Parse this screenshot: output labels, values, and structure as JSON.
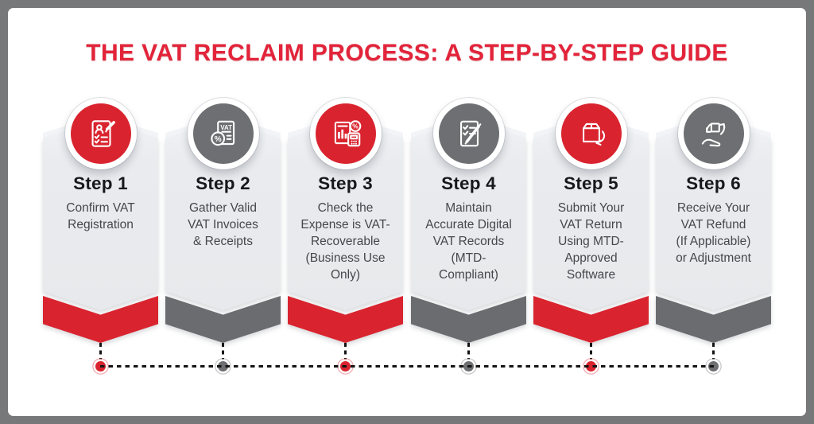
{
  "title": "THE VAT RECLAIM PROCESS: A STEP-BY-STEP GUIDE",
  "palette": {
    "accent_red": "#D9242F",
    "accent_gray": "#6E6F72",
    "title_red": "#E2243A",
    "banner_fill": "#E9EBEE",
    "frame_gray": "#77787A",
    "card_bg": "#FFFFFF",
    "label_text": "#17181B",
    "body_text": "#45474C",
    "dash_color": "#141414"
  },
  "steps": [
    {
      "label": "Step 1",
      "description": [
        "Confirm VAT",
        "Registration"
      ],
      "accent": "red",
      "icon": "clipboard-user-checklist-icon"
    },
    {
      "label": "Step 2",
      "description": [
        "Gather Valid",
        "VAT Invoices",
        "& Receipts"
      ],
      "accent": "gray",
      "icon": "vat-invoice-percent-icon",
      "icon_text": {
        "doc_label": "VAT",
        "badge": "%"
      }
    },
    {
      "label": "Step 3",
      "description": [
        "Check the",
        "Expense is VAT-",
        "Recoverable",
        "(Business Use",
        "Only)"
      ],
      "accent": "red",
      "icon": "report-calculator-percent-icon",
      "icon_text": {
        "badge": "%"
      }
    },
    {
      "label": "Step 4",
      "description": [
        "Maintain",
        "Accurate Digital",
        "VAT Records",
        "(MTD-",
        "Compliant)"
      ],
      "accent": "gray",
      "icon": "checklist-pencil-icon"
    },
    {
      "label": "Step 5",
      "description": [
        "Submit Your",
        "VAT Return",
        "Using MTD-",
        "Approved",
        "Software"
      ],
      "accent": "red",
      "icon": "box-return-arrow-icon"
    },
    {
      "label": "Step 6",
      "description": [
        "Receive Your",
        "VAT Refund",
        "(If Applicable)",
        "or Adjustment"
      ],
      "accent": "gray",
      "icon": "hand-refund-box-icon"
    }
  ],
  "timeline": {
    "dot_order": [
      "red",
      "gray",
      "red",
      "gray",
      "red",
      "gray"
    ]
  }
}
